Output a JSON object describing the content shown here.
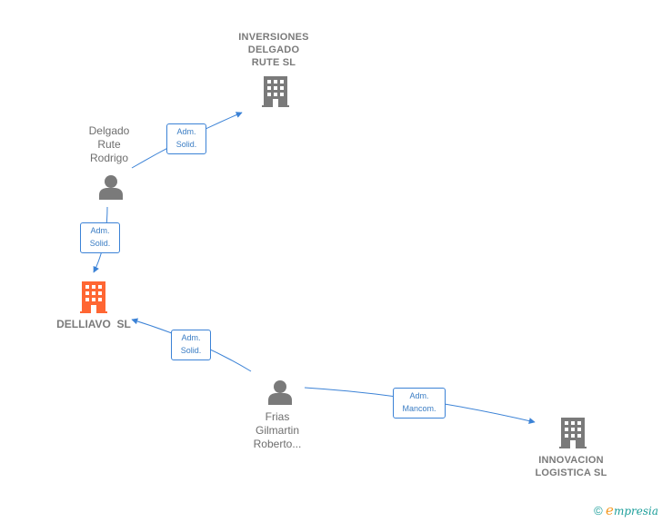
{
  "nodes": {
    "inversiones": {
      "label": "INVERSIONES\nDELGADO\nRUTE SL",
      "kind": "company",
      "color": "#7a7a7a"
    },
    "delgado": {
      "label": "Delgado\nRute\nRodrigo",
      "kind": "person",
      "color": "#7a7a7a"
    },
    "delliavo": {
      "label": "DELLIAVO  SL",
      "kind": "company-main",
      "color": "#ff6633"
    },
    "frias": {
      "label": "Frias\nGilmartin\nRoberto...",
      "kind": "person",
      "color": "#7a7a7a"
    },
    "innovacion": {
      "label": "INNOVACION\nLOGISTICA SL",
      "kind": "company",
      "color": "#7a7a7a"
    }
  },
  "edges": {
    "delgado_inversiones": {
      "from": "Delgado Rute Rodrigo",
      "to": "INVERSIONES DELGADO RUTE SL",
      "role": "Adm.\nSolid."
    },
    "delgado_delliavo": {
      "from": "Delgado Rute Rodrigo",
      "to": "DELLIAVO SL",
      "role": "Adm.\nSolid."
    },
    "frias_delliavo": {
      "from": "Frias Gilmartin Roberto...",
      "to": "DELLIAVO SL",
      "role": "Adm.\nSolid."
    },
    "frias_innovacion": {
      "from": "Frias Gilmartin Roberto...",
      "to": "INNOVACION LOGISTICA SL",
      "role": "Adm.\nMancom."
    }
  },
  "colors": {
    "edge": "#3b82d6",
    "person_icon": "#7a7a7a",
    "company_icon": "#7a7a7a",
    "main_company_icon": "#ff6633"
  },
  "footer": {
    "copyright": "©",
    "brand_initial": "e",
    "brand_rest": "mpresia"
  }
}
